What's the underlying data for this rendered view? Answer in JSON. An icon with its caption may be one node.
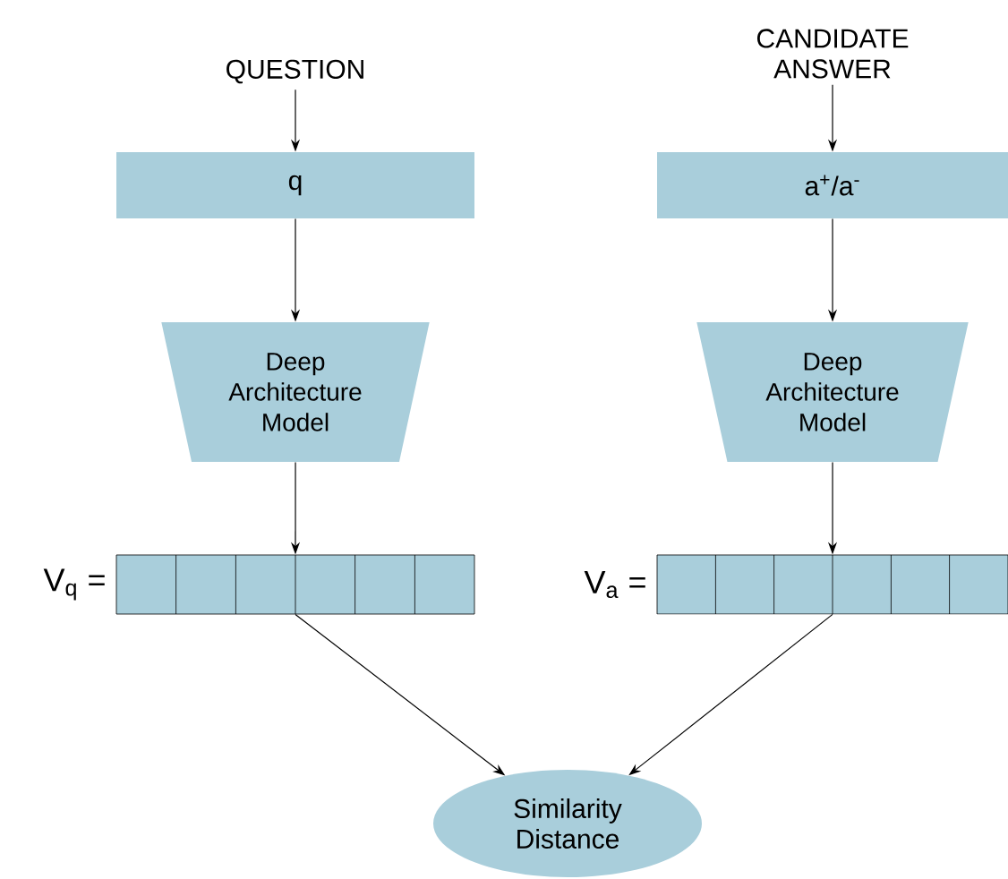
{
  "diagram": {
    "nodes": [
      {
        "text": [
          "QUESTION"
        ]
      },
      {
        "text": [
          "CANDIDATE ANSWER"
        ]
      },
      {
        "text": [
          "q"
        ]
      },
      {
        "text": [
          "a$^{+}$/a$^{-}$"
        ]
      },
      {
        "text": [
          "Deep Architecture Model"
        ]
      },
      {
        "text": [
          "Deep Architecture Model"
        ]
      },
      {
        "text": [],
        "shape": "bar",
        "beside": [
          "V$_{q}$ ="
        ]
      },
      {
        "text": [],
        "shape": "bar",
        "beside": [
          "V$_{a}$ ="
        ]
      },
      {
        "text": [
          "Similarity Distance"
        ]
      }
    ],
    "edges": [
      {
        "from": 0,
        "to": 2,
        "arrow": "to"
      },
      {
        "from": 1,
        "to": 3,
        "arrow": "to"
      },
      {
        "from": 2,
        "to": 4,
        "arrow": "to"
      },
      {
        "from": 3,
        "to": 5,
        "arrow": "to"
      },
      {
        "from": 4,
        "to": 6,
        "arrow": "to"
      },
      {
        "from": 5,
        "to": 7,
        "arrow": "to"
      },
      {
        "from": 6,
        "to": 8,
        "arrow": "to"
      },
      {
        "from": 7,
        "to": 8,
        "arrow": "to"
      }
    ]
  }
}
